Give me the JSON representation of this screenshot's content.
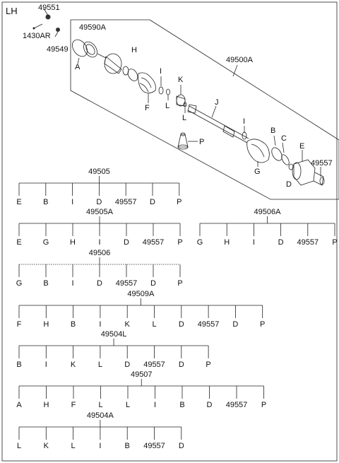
{
  "region_label": "LH",
  "diagram": {
    "assembly_label": "49500A",
    "callouts": [
      "49551",
      "1430AR",
      "49549",
      "49590A",
      "A",
      "H",
      "F",
      "I",
      "K",
      "L",
      "L",
      "J",
      "I",
      "B",
      "C",
      "E",
      "G",
      "D",
      "49557",
      "P"
    ]
  },
  "kits": [
    {
      "code": "49505",
      "items": [
        "E",
        "B",
        "I",
        "D",
        "49557",
        "D",
        "P"
      ]
    },
    {
      "code": "49505A",
      "items": [
        "E",
        "G",
        "H",
        "I",
        "D",
        "49557",
        "P"
      ]
    },
    {
      "code": "49506A",
      "items": [
        "G",
        "H",
        "I",
        "D",
        "49557",
        "P"
      ]
    },
    {
      "code": "49506",
      "items": [
        "G",
        "B",
        "I",
        "D",
        "49557",
        "D",
        "P"
      ]
    },
    {
      "code": "49509A",
      "items": [
        "F",
        "H",
        "B",
        "I",
        "K",
        "L",
        "D",
        "49557",
        "D",
        "P"
      ]
    },
    {
      "code": "49504L",
      "items": [
        "B",
        "I",
        "K",
        "L",
        "D",
        "49557",
        "D",
        "P"
      ]
    },
    {
      "code": "49507",
      "items": [
        "A",
        "H",
        "F",
        "L",
        "L",
        "I",
        "B",
        "D",
        "49557",
        "P"
      ]
    },
    {
      "code": "49504A",
      "items": [
        "L",
        "K",
        "L",
        "I",
        "B",
        "49557",
        "D"
      ]
    }
  ]
}
